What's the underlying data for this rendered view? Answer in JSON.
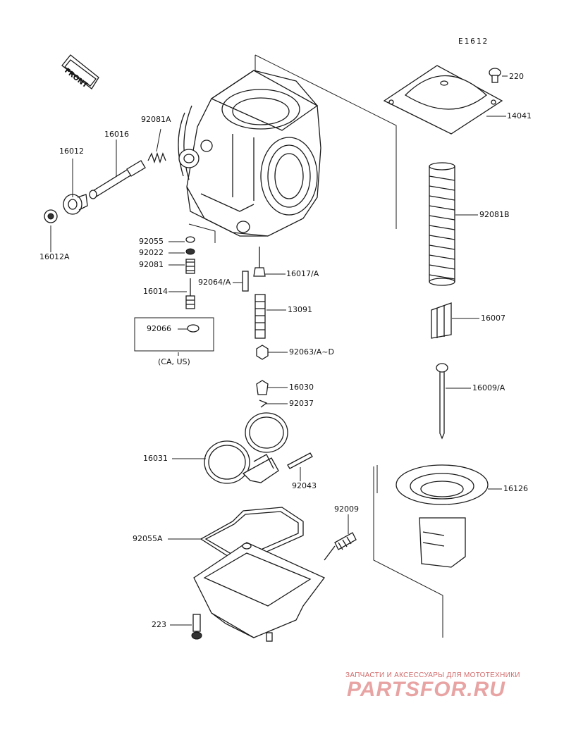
{
  "diagram": {
    "code": "E1612",
    "front_tag": "FRONT",
    "note": "(CA, US)",
    "parts": {
      "p220": "220",
      "p14041": "14041",
      "p92081A": "92081A",
      "p16016": "16016",
      "p16012": "16012",
      "p16012A": "16012A",
      "p92081B": "92081B",
      "p92055": "92055",
      "p92022": "92022",
      "p92081": "92081",
      "p92064A": "92064/A",
      "p16017A": "16017/A",
      "p16014": "16014",
      "p13091": "13091",
      "p16007": "16007",
      "p92066": "92066",
      "p92063": "92063/A~D",
      "p16009A": "16009/A",
      "p16030": "16030",
      "p92037": "92037",
      "p16031": "16031",
      "p92043": "92043",
      "p16126": "16126",
      "p92009": "92009",
      "p92055A": "92055A",
      "p223": "223"
    }
  },
  "watermark": {
    "tagline": "ЗАПЧАСТИ И АКСЕССУАРЫ ДЛЯ МОТОТЕХНИКИ",
    "logo": "PARTSFOR.RU"
  }
}
